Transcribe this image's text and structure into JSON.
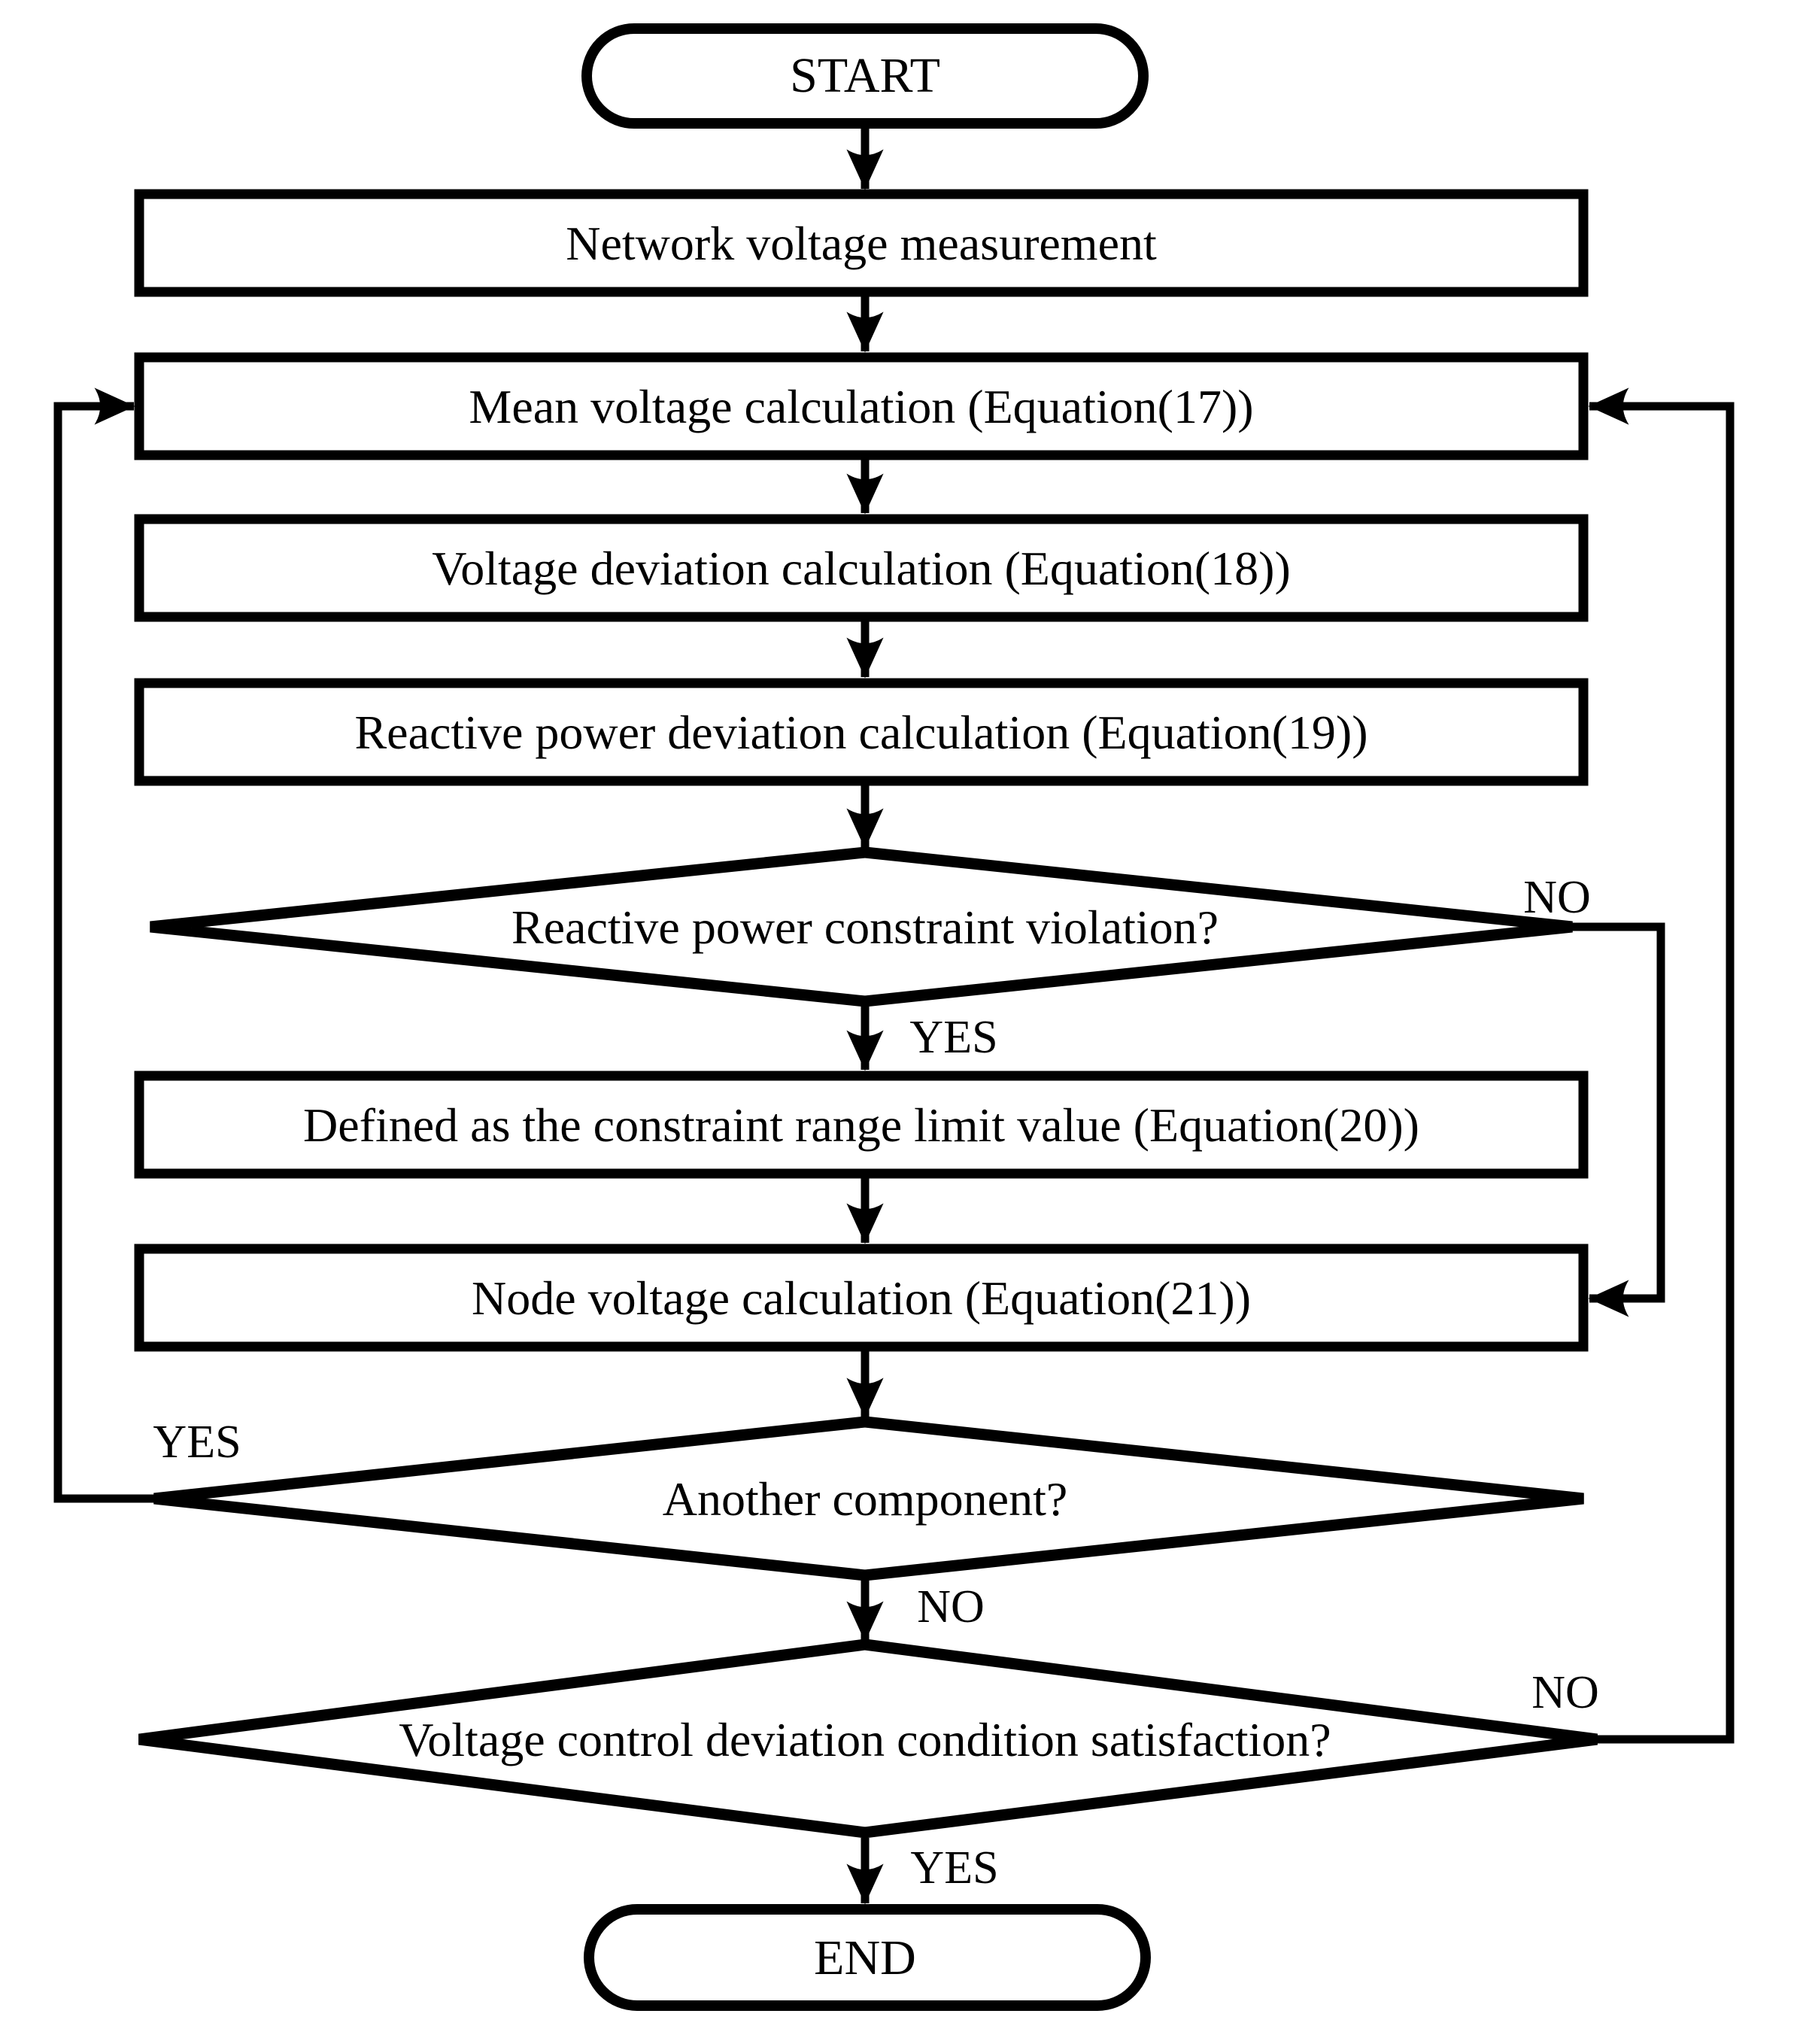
{
  "flowchart": {
    "background_color": "#ffffff",
    "line_color": "#000000",
    "nodes": {
      "start": {
        "type": "terminator",
        "label": "START"
      },
      "network_voltage_measurement": {
        "type": "process",
        "label": "Network voltage measurement"
      },
      "mean_voltage_calculation": {
        "type": "process",
        "label": "Mean voltage calculation (Equation(17))"
      },
      "voltage_deviation_calculation": {
        "type": "process",
        "label": "Voltage deviation calculation (Equation(18))"
      },
      "reactive_power_deviation_calculation": {
        "type": "process",
        "label": "Reactive power deviation calculation (Equation(19))"
      },
      "reactive_power_constraint_violation": {
        "type": "decision",
        "label": "Reactive power constraint violation?"
      },
      "defined_constraint_range": {
        "type": "process",
        "label": "Defined as the constraint range limit value (Equation(20))"
      },
      "node_voltage_calculation": {
        "type": "process",
        "label": "Node voltage calculation (Equation(21))"
      },
      "another_component": {
        "type": "decision",
        "label": "Another component?"
      },
      "voltage_control_satisfaction": {
        "type": "decision",
        "label": "Voltage control deviation condition satisfaction?"
      },
      "end": {
        "type": "terminator",
        "label": "END"
      }
    },
    "edge_labels": {
      "reactive_violation_yes": "YES",
      "reactive_violation_no": "NO",
      "another_component_yes": "YES",
      "another_component_no": "NO",
      "satisfaction_yes": "YES",
      "satisfaction_no": "NO"
    },
    "edges": [
      {
        "from": "start",
        "to": "network_voltage_measurement"
      },
      {
        "from": "network_voltage_measurement",
        "to": "mean_voltage_calculation"
      },
      {
        "from": "mean_voltage_calculation",
        "to": "voltage_deviation_calculation"
      },
      {
        "from": "voltage_deviation_calculation",
        "to": "reactive_power_deviation_calculation"
      },
      {
        "from": "reactive_power_deviation_calculation",
        "to": "reactive_power_constraint_violation"
      },
      {
        "from": "reactive_power_constraint_violation",
        "to": "defined_constraint_range",
        "label": "YES"
      },
      {
        "from": "reactive_power_constraint_violation",
        "to": "node_voltage_calculation",
        "label": "NO"
      },
      {
        "from": "defined_constraint_range",
        "to": "node_voltage_calculation"
      },
      {
        "from": "node_voltage_calculation",
        "to": "another_component"
      },
      {
        "from": "another_component",
        "to": "mean_voltage_calculation",
        "label": "YES"
      },
      {
        "from": "another_component",
        "to": "voltage_control_satisfaction",
        "label": "NO"
      },
      {
        "from": "voltage_control_satisfaction",
        "to": "mean_voltage_calculation",
        "label": "NO"
      },
      {
        "from": "voltage_control_satisfaction",
        "to": "end",
        "label": "YES"
      }
    ]
  }
}
